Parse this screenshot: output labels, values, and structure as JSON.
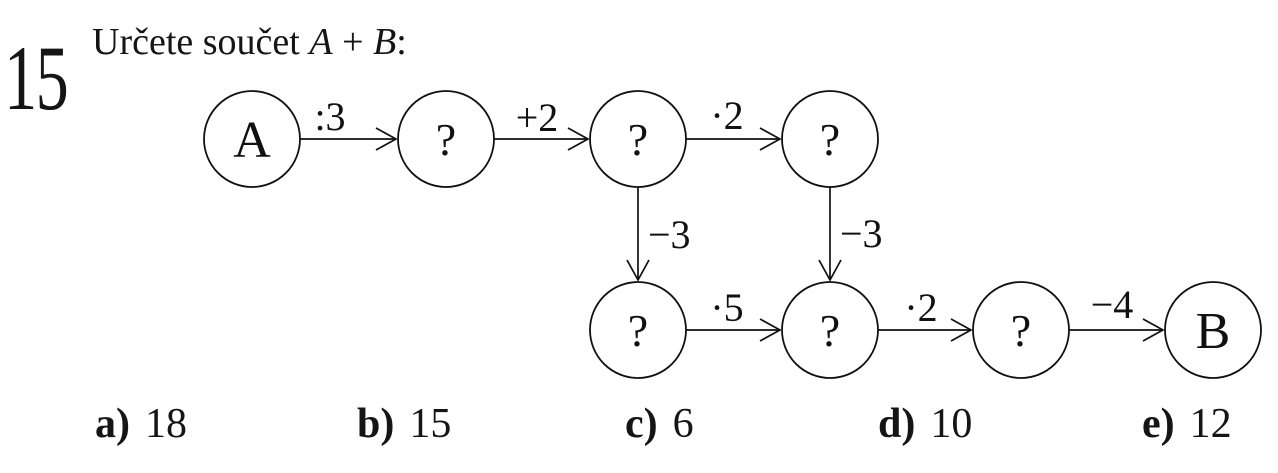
{
  "problem": {
    "number": "15",
    "title_text": "Určete součet",
    "var_a": "A",
    "plus": "+",
    "var_b": "B",
    "colon": ":"
  },
  "diagram": {
    "nodes": [
      {
        "label": "A"
      },
      {
        "label": "?"
      },
      {
        "label": "?"
      },
      {
        "label": "?"
      },
      {
        "label": "?"
      },
      {
        "label": "?"
      },
      {
        "label": "?"
      },
      {
        "label": "B"
      }
    ],
    "edges": [
      {
        "label": ":3"
      },
      {
        "label": "+2"
      },
      {
        "label": "·2"
      },
      {
        "label": "−3"
      },
      {
        "label": "−3"
      },
      {
        "label": "·5"
      },
      {
        "label": "·2"
      },
      {
        "label": "−4"
      }
    ]
  },
  "options": [
    {
      "letter": "a)",
      "value": "18"
    },
    {
      "letter": "b)",
      "value": "15"
    },
    {
      "letter": "c)",
      "value": "6"
    },
    {
      "letter": "d)",
      "value": "10"
    },
    {
      "letter": "e)",
      "value": "12"
    }
  ],
  "colors": {
    "ink": "#111111",
    "background": "#ffffff"
  }
}
